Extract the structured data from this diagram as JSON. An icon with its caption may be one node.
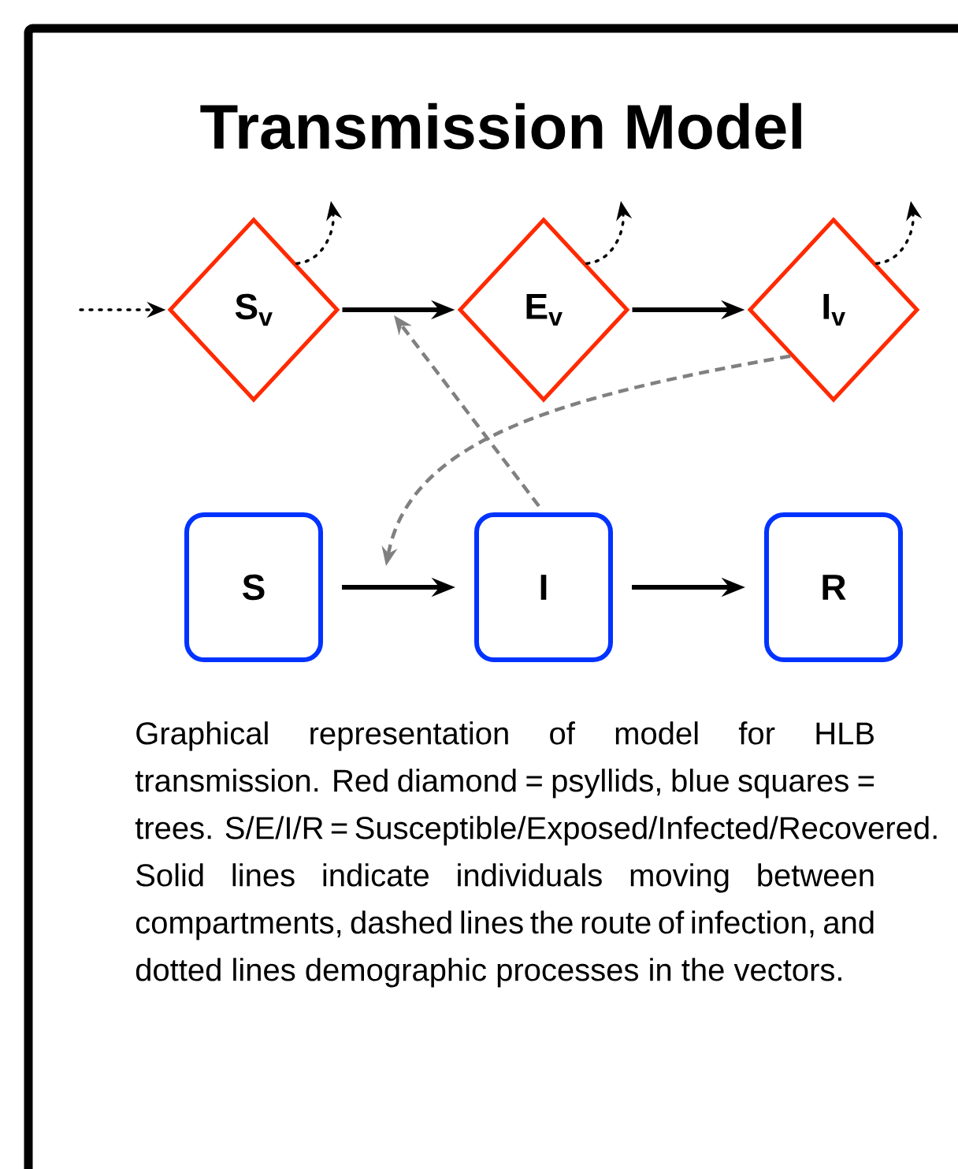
{
  "diagram": {
    "title": "Transmission Model",
    "nodes": [
      {
        "text": [
          "S$_{v}$"
        ]
      },
      {
        "text": [
          "E$_{v}$"
        ]
      },
      {
        "text": [
          "I$_{v}$"
        ]
      },
      {
        "text": [
          "S"
        ]
      },
      {
        "text": [
          "I"
        ]
      },
      {
        "text": [
          "R"
        ]
      }
    ],
    "edges": [
      {
        "from": null,
        "to": 0,
        "arrow": "to",
        "style": "dashed"
      },
      {
        "from": 0,
        "to": null,
        "arrow": "to",
        "style": "dashed"
      },
      {
        "from": 1,
        "to": null,
        "arrow": "to",
        "style": "dashed"
      },
      {
        "from": 2,
        "to": null,
        "arrow": "to",
        "style": "dashed"
      },
      {
        "from": 0,
        "to": 1,
        "arrow": "to"
      },
      {
        "from": 1,
        "to": 2,
        "arrow": "to"
      },
      {
        "from": 3,
        "to": 4,
        "arrow": "to"
      },
      {
        "from": 4,
        "to": 5,
        "arrow": "to"
      },
      {
        "from": 4,
        "to": null,
        "arrow": "to",
        "style": "dashed",
        "color": "#808080"
      },
      {
        "from": 2,
        "to": null,
        "arrow": "to",
        "style": "dashed",
        "color": "#808080"
      }
    ],
    "caption": "Graphical representation of model for HLB transmission. Red diamond = psyllids, blue squares = trees. S/E/I/R = Susceptible/Exposed/Infected/Recovered. Solid lines indicate individuals moving between compartments, dashed lines the route of infection, and dotted lines demographic processes in the vectors."
  }
}
